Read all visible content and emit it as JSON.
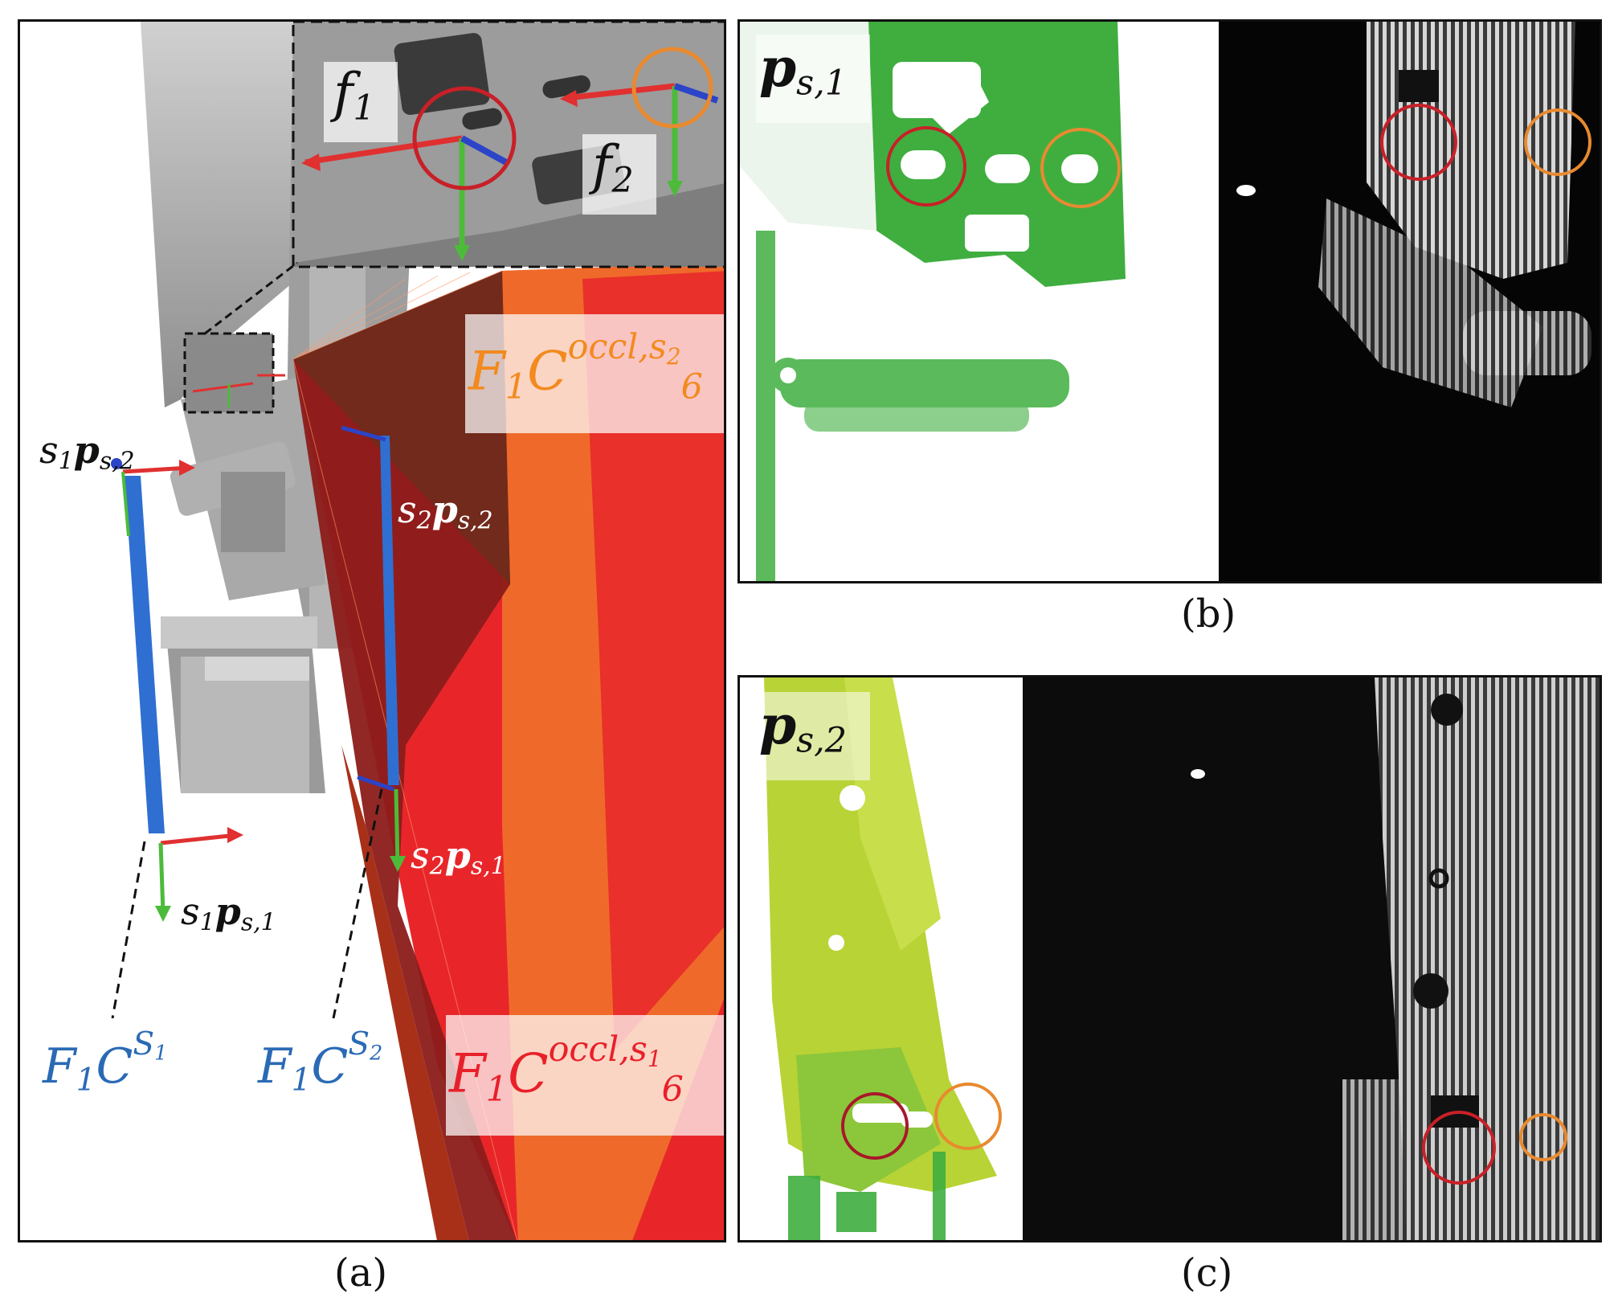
{
  "captions": {
    "a": "(a)",
    "b": "(b)",
    "c": "(c)"
  },
  "labels": {
    "f1": {
      "base": "f",
      "sub": "1"
    },
    "f2": {
      "base": "f",
      "sub": "2"
    },
    "occl_s2": {
      "pre": "F",
      "pre_sub": "1",
      "base": "C",
      "sup": "occl,s",
      "sup_sub": "2",
      "sub": "6"
    },
    "occl_s1": {
      "pre": "F",
      "pre_sub": "1",
      "base": "C",
      "sup": "occl,s",
      "sup_sub": "1",
      "sub": "6"
    },
    "s1_ps2": {
      "pre": "s",
      "pre_sub": "1",
      "base": "p",
      "sub": "s,2"
    },
    "s2_ps2": {
      "pre": "s",
      "pre_sub": "2",
      "base": "p",
      "sub": "s,2"
    },
    "s2_ps1": {
      "pre": "s",
      "pre_sub": "2",
      "base": "p",
      "sub": "s,1"
    },
    "s1_ps1": {
      "pre": "s",
      "pre_sub": "1",
      "base": "p",
      "sub": "s,1"
    },
    "c_s1": {
      "pre": "F",
      "pre_sub": "1",
      "base": "C",
      "sup": "S",
      "sup_sub": "1"
    },
    "c_s2": {
      "pre": "F",
      "pre_sub": "1",
      "base": "C",
      "sup": "S",
      "sup_sub": "2"
    },
    "ps1": {
      "base": "p",
      "sub": "s,1"
    },
    "ps2": {
      "base": "p",
      "sub": "s,2"
    }
  },
  "colors": {
    "blue_label": "#2a6ab5",
    "orange_label": "#f28a1e",
    "red_label": "#e8202a",
    "frustum_dark": "#7a2418",
    "frustum_red": "#e8262a",
    "frustum_orange": "#ef6a2a",
    "cloud_green": "#3fae3f",
    "cloud_yellow": "#b8d336",
    "circle_red": "#c82028",
    "circle_orange": "#e88a30"
  }
}
